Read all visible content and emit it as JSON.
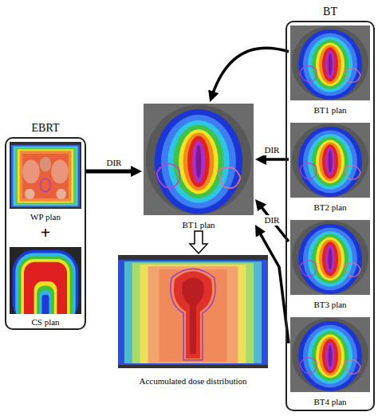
{
  "diagram": {
    "nodes": [
      {
        "text": [
          "EBRT"
        ]
      },
      {
        "text": [
          "WP plan"
        ],
        "in": 0
      },
      {
        "text": [
          "CS plan"
        ],
        "in": 0
      },
      {
        "text": [
          "BT1 plan"
        ]
      },
      {
        "text": [
          "Accumulated dose distribution"
        ]
      },
      {
        "text": [
          "BT"
        ]
      },
      {
        "text": [
          "BT1 plan"
        ],
        "in": 5
      },
      {
        "text": [
          "BT2 plan"
        ],
        "in": 5
      },
      {
        "text": [
          "BT3 plan"
        ],
        "in": 5
      },
      {
        "text": [
          "BT4 plan"
        ],
        "in": 5
      }
    ],
    "edges": [
      {
        "from": 0,
        "to": 3,
        "label": "DIR",
        "arrow": "to"
      },
      {
        "from": 6,
        "to": 3,
        "arrow": "to"
      },
      {
        "from": 7,
        "to": 3,
        "label": "DIR",
        "arrow": "to"
      },
      {
        "from": 8,
        "to": 3,
        "label": "DIR",
        "arrow": "to"
      },
      {
        "from": 9,
        "to": 3,
        "arrow": "to"
      },
      {
        "from": 3,
        "to": 4,
        "arrow": "to"
      }
    ],
    "labels": [
      "+"
    ]
  }
}
